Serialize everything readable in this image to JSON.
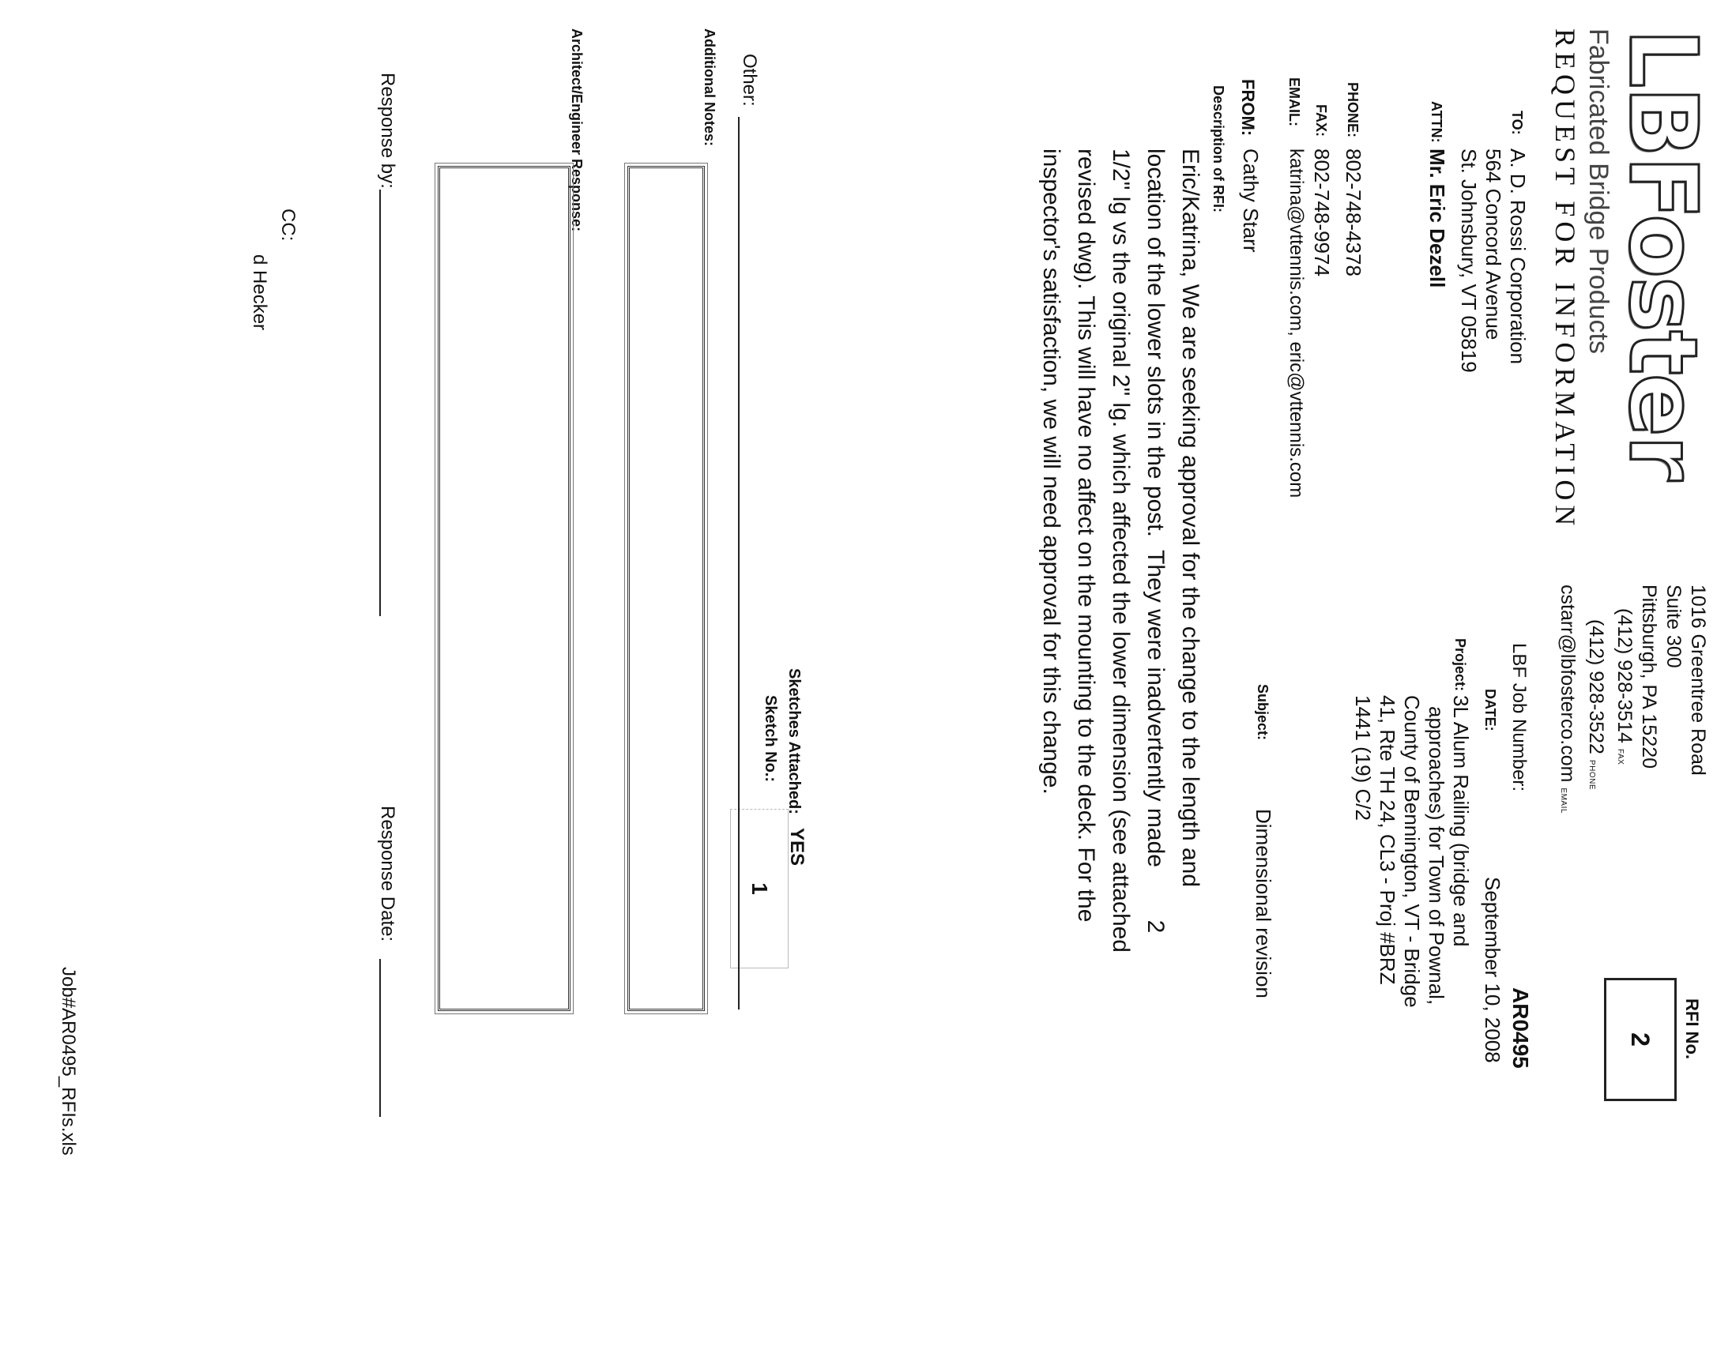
{
  "brand": {
    "logo": "LBFoster",
    "tagline": "Fabricated Bridge Products",
    "form_title": "REQUEST FOR INFORMATION"
  },
  "company_address": {
    "street": "1016 Greentree Road",
    "suite": "Suite 300",
    "city": "Pittsburgh, PA 15220",
    "fax": "(412) 928-3514",
    "fax_label": "FAX",
    "phone": "(412) 928-3522",
    "phone_label": "PHONE",
    "email": "cstarr@lbfosterco.com",
    "email_label": "EMAIL"
  },
  "rfi": {
    "label": "RFI No.",
    "number": "2"
  },
  "to": {
    "label": "TO:",
    "line1": "A. D. Rossi Corporation",
    "line2": "564 Concord Avenue",
    "line3": "St. Johnsbury, VT  05819"
  },
  "attn": {
    "label": "ATTN:",
    "value": "Mr. Eric Dezell"
  },
  "phone": {
    "label": "PHONE:",
    "value": "802-748-4378"
  },
  "fax": {
    "label": "FAX:",
    "value": "802-748-9974"
  },
  "email": {
    "label": "EMAIL:",
    "value": "katrina@vttennis.com, eric@vttennis.com"
  },
  "from": {
    "label": "FROM:",
    "value": "Cathy Starr"
  },
  "job": {
    "label": "LBF Job Number:",
    "value": "AR0495"
  },
  "date": {
    "label": "DATE:",
    "value": "September 10, 2008"
  },
  "project": {
    "label": "Project:",
    "lines": [
      "3L Alum Railing (bridge and",
      "approaches) for Town of Pownal,",
      "County of Bennington, VT - Bridge",
      "41, Rte TH 24, CL3 - Proj #BRZ",
      "1441 (19) C/2"
    ]
  },
  "subject": {
    "label": "Subject:",
    "value": "Dimensional revision"
  },
  "description": {
    "label": "Description of RFI:",
    "lines": [
      "Eric/Katrina,  We are seeking approval for the change to the length and",
      "location of the lower slots in the post.  They were inadvertently made        2",
      "1/2\" lg vs the original 2\" lg. which affected the lower dimension (see attached",
      "revised dwg).  This will have no affect on the mounting to the deck.  For the",
      "inspector's satisfaction, we will need approval for this change."
    ]
  },
  "sketches": {
    "attached_label": "Sketches Attached:",
    "attached_value": "YES",
    "number_label": "Sketch No.:",
    "number_value": "1"
  },
  "other": {
    "label": "Other:"
  },
  "additional_notes": {
    "label": "Additional Notes:"
  },
  "response": {
    "label": "Architect/Engineer Response:",
    "by_label": "Response by:",
    "date_label": "Response Date:"
  },
  "cc": {
    "label": "CC:",
    "value": "d Hecker"
  },
  "footer": {
    "filename": "Job#AR0495_RFIs.xls"
  }
}
